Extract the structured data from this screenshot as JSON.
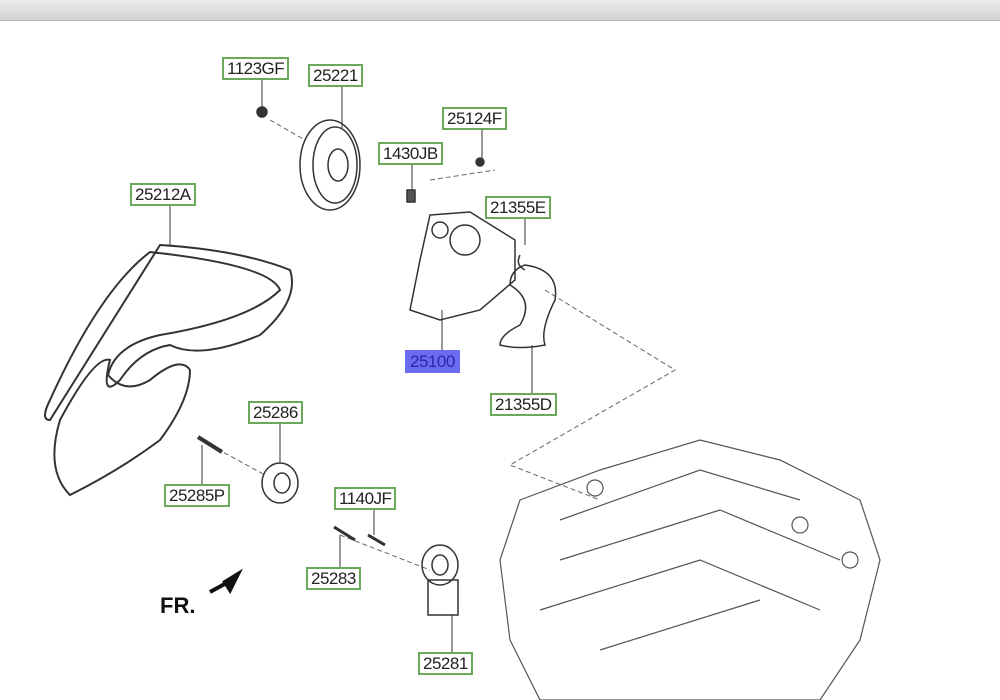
{
  "labels": {
    "l1123GF": "1123GF",
    "l25221": "25221",
    "l25124F": "25124F",
    "l1430JB": "1430JB",
    "l25212A": "25212A",
    "l21355E": "21355E",
    "l25100": "25100",
    "l21355D": "21355D",
    "l25286": "25286",
    "l25285P": "25285P",
    "l1140JF": "1140JF",
    "l25283": "25283",
    "l25281": "25281"
  },
  "selected_part": "25100",
  "front_indicator": "FR.",
  "colors": {
    "label_border": "#6aa85a",
    "selected_bg": "#6b6bf2"
  }
}
